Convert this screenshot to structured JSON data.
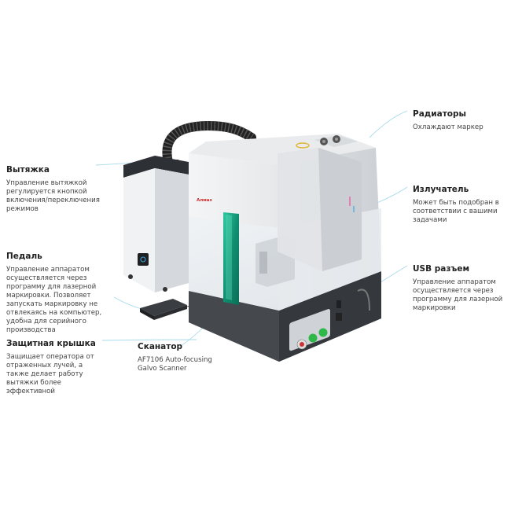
{
  "brand": {
    "logo_text": "Алмаз",
    "accent_color": "#d42a2a",
    "window_color": "#1aa386"
  },
  "callouts": {
    "vytyazhka": {
      "title": "Вытяжка",
      "desc": "Управление вытяжкой регулируется кнопкой включения/переключения режимов"
    },
    "pedal": {
      "title": "Педаль",
      "desc": "Управление аппаратом осуществляется через программу для лазерной маркировки. Позволяет запускать маркировку не отвлекаясь на компьютер, удобна для серийного производства"
    },
    "kryshka": {
      "title": "Защитная крышка",
      "desc": "Защищает оператора от отраженных лучей, а также делает работу вытяжки более эффективной"
    },
    "scanner": {
      "title": "Сканатор",
      "desc": "AF7106 Auto-focusing Galvo Scanner"
    },
    "radiatory": {
      "title": "Радиаторы",
      "desc": "Охлаждают маркер"
    },
    "izluchatel": {
      "title": "Излучатель",
      "desc": "Может быть подобран в соответствии с вашими задачами"
    },
    "usb": {
      "title": "USB разъем",
      "desc": "Управление аппаратом осуществляется через программу для лазерной маркировки"
    }
  }
}
